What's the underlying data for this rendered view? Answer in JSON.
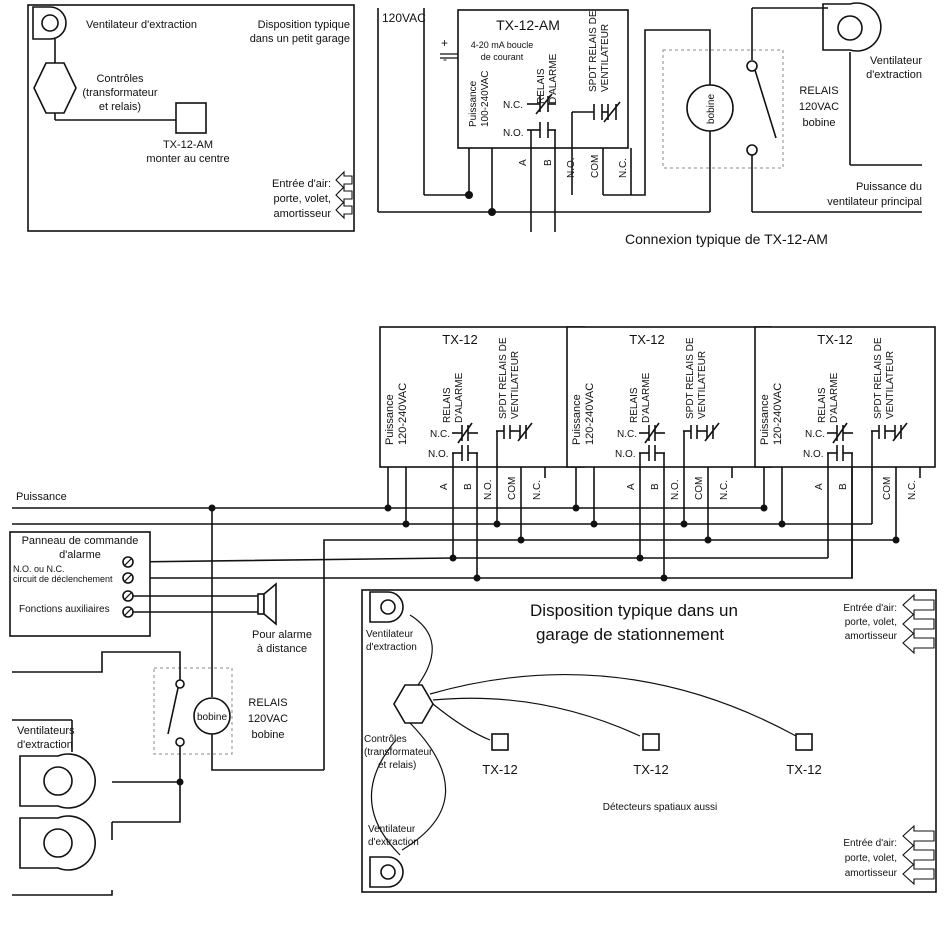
{
  "small_garage": {
    "exhaust_fan": "Ventilateur d'extraction",
    "layout_title": [
      "Disposition typique",
      "dans un petit garage"
    ],
    "controls": [
      "Contrôles",
      "(transformateur",
      "et relais)"
    ],
    "tx12am_label": [
      "TX-12-AM",
      "monter au centre"
    ],
    "air_inlet": [
      "Entrée d'air:",
      "porte, volet,",
      "amortisseur"
    ]
  },
  "tx12am_connection": {
    "supply_voltage": "120VAC",
    "unit_title": "TX-12-AM",
    "current_loop": [
      "4-20 mA boucle",
      "de courant"
    ],
    "plus": "+",
    "minus": "-",
    "power": [
      "Puissance",
      "100-240VAC"
    ],
    "alarm_relay": [
      "RELAIS",
      "D'ALARME"
    ],
    "fan_relay": [
      "SPDT RELAIS DE",
      "VENTILATEUR"
    ],
    "nc": "N.C.",
    "no": "N.O.",
    "terminals": [
      "A",
      "B",
      "N.O.",
      "COM",
      "N.C."
    ],
    "coil": "bobine",
    "relay": [
      "RELAIS",
      "120VAC",
      "bobine"
    ],
    "exhaust_fan": [
      "Ventilateur",
      "d'extraction"
    ],
    "main_fan_power": [
      "Puissance du",
      "ventilateur principal"
    ],
    "caption": "Connexion typique de TX-12-AM"
  },
  "multi": {
    "units": [
      {
        "title": "TX-12"
      },
      {
        "title": "TX-12"
      },
      {
        "title": "TX-12"
      }
    ],
    "unit_power": [
      "Puissance",
      "120-240VAC"
    ],
    "alarm_relay": [
      "RELAIS",
      "D'ALARME"
    ],
    "fan_relay": [
      "SPDT RELAIS DE",
      "VENTILATEUR"
    ],
    "nc": "N.C.",
    "no": "N.O.",
    "terminals": [
      "A",
      "B",
      "N.O.",
      "COM",
      "N.C."
    ],
    "power_line": "Puissance",
    "alarm_panel": [
      "Panneau de commande",
      "d'alarme"
    ],
    "panel_trip": [
      "N.O. ou N.C.",
      "circuit de déclenchement"
    ],
    "panel_aux": "Fonctions auxiliaires",
    "remote_alarm": [
      "Pour alarme",
      "à distance"
    ],
    "coil": "bobine",
    "relay": [
      "RELAIS",
      "120VAC",
      "bobine"
    ],
    "exhaust_fans": [
      "Ventilateurs",
      "d'extraction"
    ]
  },
  "parking_garage": {
    "title": [
      "Disposition typique dans un",
      "garage de stationnement"
    ],
    "exhaust_fan": [
      "Ventilateur",
      "d'extraction"
    ],
    "controls": [
      "Contrôles",
      "(transformateur",
      "et relais)"
    ],
    "detectors": [
      "TX-12",
      "TX-12",
      "TX-12"
    ],
    "spatial_note": "Détecteurs spatiaux aussi",
    "air_inlet": [
      "Entrée d'air:",
      "porte, volet,",
      "amortisseur"
    ]
  }
}
